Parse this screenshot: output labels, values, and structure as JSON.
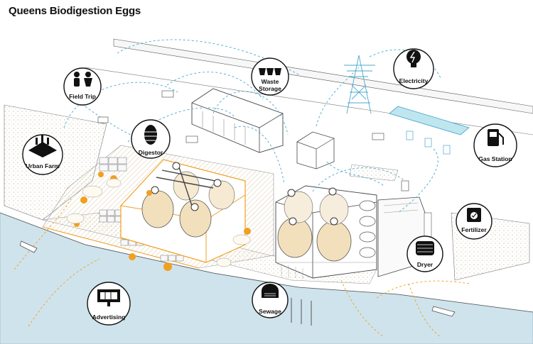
{
  "title": "Queens Biodigestion Eggs",
  "labels": {
    "field_trip": "Field Trip",
    "waste_storage_1": "Waste",
    "waste_storage_2": "Storage",
    "electricity": "Electricity",
    "digestor": "Digestor",
    "urban_farm": "Urban Farm",
    "gas_station": "Gas Station",
    "fertilizer": "Fertilizer",
    "dryer": "Dryer",
    "sewage": "Sewage",
    "advertising": "Advertising"
  },
  "colors": {
    "water": "#cfe3ec",
    "ground": "#f3ecdd",
    "hatch": "#e8dcc0",
    "egg": "#f2e0bd",
    "highlight": "#f0a020",
    "flow": "#4aa8cf",
    "station": "#bfe6ef"
  },
  "icons": [
    "field-trip-icon",
    "waste-storage-icon",
    "electricity-icon",
    "digestor-icon",
    "urban-farm-icon",
    "gas-station-icon",
    "fertilizer-icon",
    "dryer-icon",
    "sewage-icon",
    "advertising-icon"
  ]
}
